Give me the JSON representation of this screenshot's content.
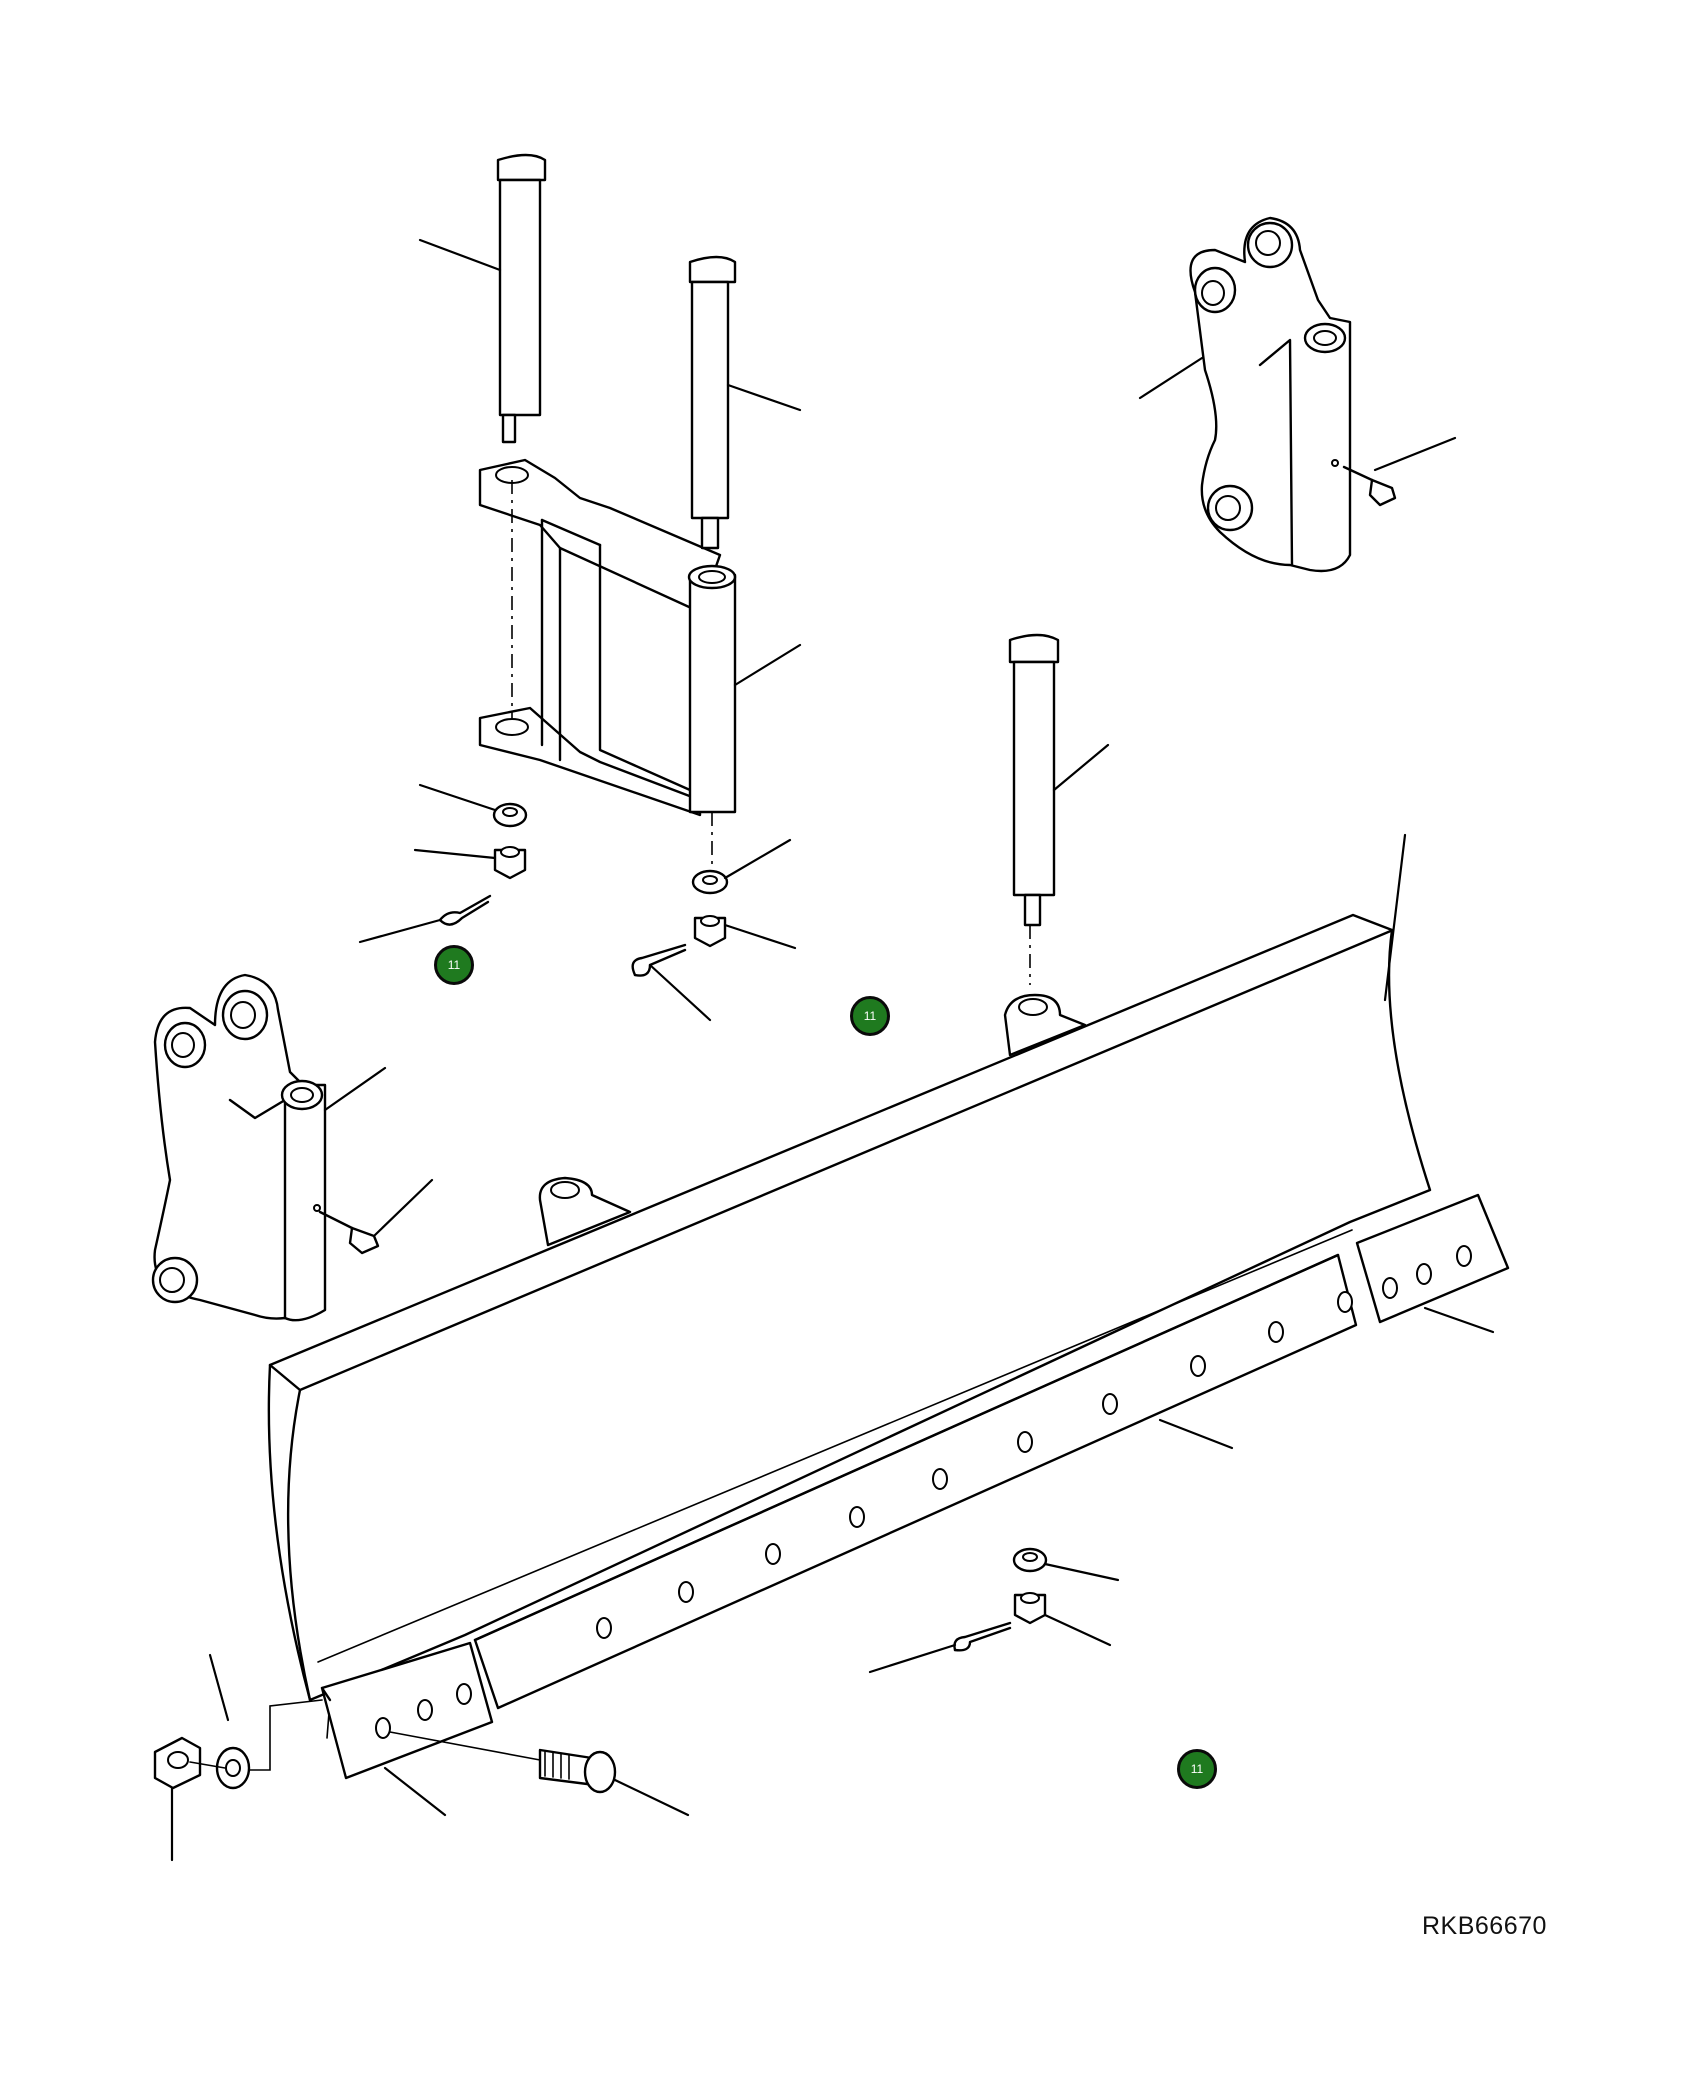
{
  "diagram": {
    "reference_code": "RKB66670",
    "callouts": [
      {
        "id": "callout-1",
        "label": "11"
      },
      {
        "id": "callout-2",
        "label": "11"
      },
      {
        "id": "callout-3",
        "label": "11"
      }
    ]
  }
}
